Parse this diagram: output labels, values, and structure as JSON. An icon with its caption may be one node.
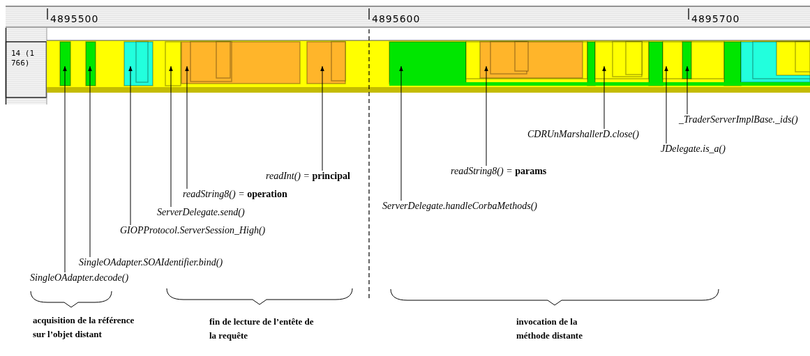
{
  "diagram": {
    "nodes": [
      {
        "text": [
          "_TraderServerImplBase._ids()"
        ]
      },
      {
        "text": [
          "CDRUnMarshallerD.close()"
        ]
      },
      {
        "text": [
          "JDelegate.is_a()"
        ]
      },
      {
        "text": [
          "readString8() =  **params**"
        ]
      },
      {
        "text": [
          "readInt() =  **principal**"
        ]
      },
      {
        "text": [
          "readString8() = **operation**"
        ]
      },
      {
        "text": [
          "ServerDelegate.send()"
        ]
      },
      {
        "text": [
          "ServerDelegate.handleCorbaMethods()"
        ]
      },
      {
        "text": [
          "GIOPProtocol.ServerSession_High()"
        ]
      },
      {
        "text": [
          "SingleOAdapter.SOAIdentifier.bind()"
        ]
      },
      {
        "text": [
          "SingleOAdapter.decode()"
        ]
      }
    ],
    "edges": [
      {
        "from": 0,
        "to": null,
        "arrow": "to"
      },
      {
        "from": 1,
        "to": null,
        "arrow": "to"
      },
      {
        "from": 2,
        "to": null,
        "arrow": "to"
      },
      {
        "from": 3,
        "to": null,
        "arrow": "to"
      },
      {
        "from": 4,
        "to": null,
        "arrow": "to"
      },
      {
        "from": 5,
        "to": null,
        "arrow": "to"
      },
      {
        "from": 6,
        "to": null,
        "arrow": "to"
      },
      {
        "from": 7,
        "to": null,
        "arrow": "to"
      },
      {
        "from": 8,
        "to": null,
        "arrow": "to"
      },
      {
        "from": 9,
        "to": null,
        "arrow": "to"
      },
      {
        "from": 10,
        "to": null,
        "arrow": "to"
      }
    ],
    "labels": [
      "4895500",
      "4895600",
      "4895700",
      "14 (1766)",
      "acquisition de la référence sur l’objet distant",
      "fin de lecture de l’entête de la requête",
      "invocation de la méthode distante"
    ]
  }
}
